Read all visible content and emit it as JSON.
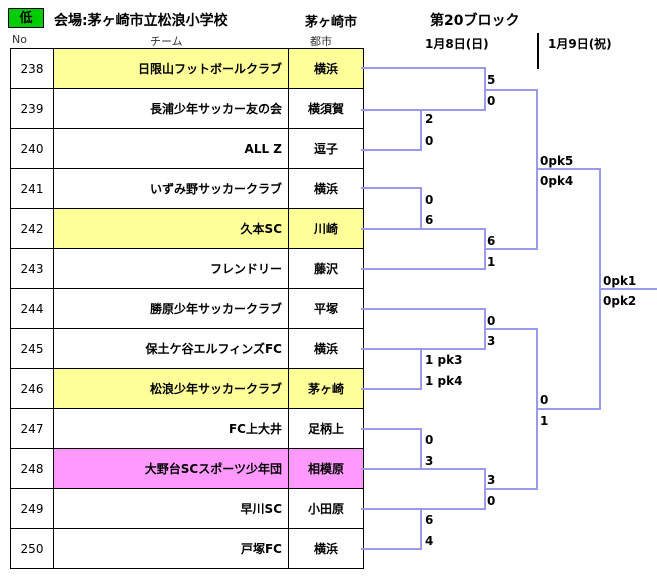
{
  "header": {
    "badge": "低",
    "venue": "会場:茅ヶ崎市立松浪小学校",
    "venue_city": "茅ヶ崎市",
    "block": "第20ブロック",
    "date1": "1月8日(日)",
    "date2": "1月9日(祝)",
    "col_no": "No",
    "col_team": "チーム",
    "col_city": "都市"
  },
  "teams": [
    {
      "no": "238",
      "name": "日限山フットボールクラブ",
      "city": "横浜",
      "highlight": "yellow"
    },
    {
      "no": "239",
      "name": "長浦少年サッカー友の会",
      "city": "横須賀",
      "highlight": ""
    },
    {
      "no": "240",
      "name": "ALL Z",
      "city": "逗子",
      "highlight": ""
    },
    {
      "no": "241",
      "name": "いずみ野サッカークラブ",
      "city": "横浜",
      "highlight": ""
    },
    {
      "no": "242",
      "name": "久本SC",
      "city": "川崎",
      "highlight": "yellow"
    },
    {
      "no": "243",
      "name": "フレンドリー",
      "city": "藤沢",
      "highlight": ""
    },
    {
      "no": "244",
      "name": "勝原少年サッカークラブ",
      "city": "平塚",
      "highlight": ""
    },
    {
      "no": "245",
      "name": "保土ケ谷エルフィンズFC",
      "city": "横浜",
      "highlight": ""
    },
    {
      "no": "246",
      "name": "松浪少年サッカークラブ",
      "city": "茅ヶ崎",
      "highlight": "yellow"
    },
    {
      "no": "247",
      "name": "FC上大井",
      "city": "足柄上",
      "highlight": ""
    },
    {
      "no": "248",
      "name": "大野台SCスポーツ少年団",
      "city": "相模原",
      "highlight": "pink"
    },
    {
      "no": "249",
      "name": "早川SC",
      "city": "小田原",
      "highlight": ""
    },
    {
      "no": "250",
      "name": "戸塚FC",
      "city": "横浜",
      "highlight": ""
    }
  ],
  "scores": {
    "r1_239_240_top": "2",
    "r1_239_240_bot": "0",
    "r2_238_top": "5",
    "r2_238_bot": "0",
    "r1_241_242_top": "0",
    "r1_241_242_bot": "6",
    "r2_243_top": "6",
    "r2_243_bot": "1",
    "r1_245_246_top": "1 pk3",
    "r1_245_246_bot": "1 pk4",
    "r2_244_top": "0",
    "r2_244_bot": "3",
    "r1_247_248_top": "0",
    "r1_247_248_bot": "3",
    "r1_249_250_top": "6",
    "r1_249_250_bot": "4",
    "r2_lower_top": "3",
    "r2_lower_bot": "0",
    "sf_upper_top": "0pk5",
    "sf_upper_bot": "0pk4",
    "sf_lower_top": "0",
    "sf_lower_bot": "1",
    "final_top": "0pk1",
    "final_bot": "0pk2"
  },
  "colors": {
    "bracket": "#9999ee",
    "badge": "#00cc00",
    "yellow": "#ffff99",
    "pink": "#ff99ff"
  }
}
